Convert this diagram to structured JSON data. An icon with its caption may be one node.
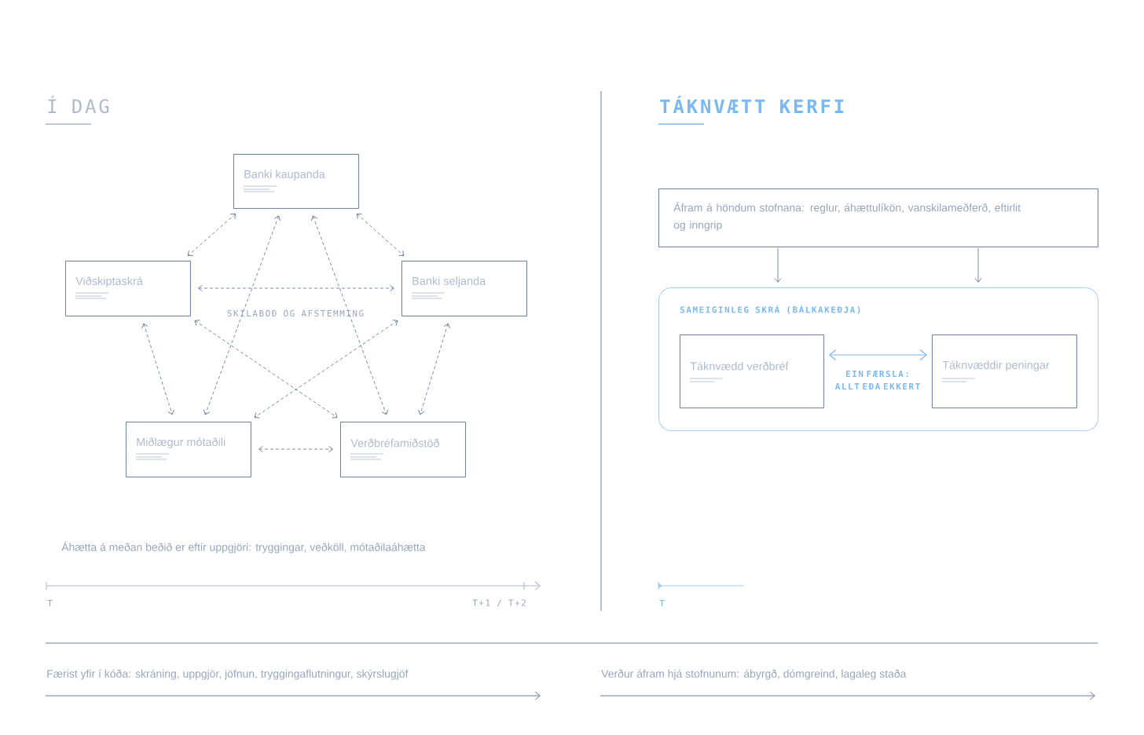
{
  "diagram": {
    "nodes": [
      {
        "text": [
          "Banki kaupanda"
        ]
      },
      {
        "text": [
          "Viðskiptaskrá"
        ]
      },
      {
        "text": [
          "Banki seljanda"
        ]
      },
      {
        "text": [
          "Miðlægur mótaðili"
        ]
      },
      {
        "text": [
          "Verðbréfamiðstöð"
        ]
      },
      {
        "text": [
          "Áfram á höndum stofnana: reglur, áhættulíkön, vanskilameðferð, eftirlit og inngrip"
        ]
      },
      {
        "text": [
          "SAMEIGINLEG SKRÁ (BÁLKAKEÐJA)"
        ]
      },
      {
        "text": [
          "Táknvædd verðbréf"
        ],
        "in": 6
      },
      {
        "text": [
          "Táknvæddir peningar"
        ],
        "in": 6
      }
    ],
    "edges": [
      {
        "from": 0,
        "to": 1,
        "arrow": "both",
        "style": "dashed"
      },
      {
        "from": 0,
        "to": 2,
        "arrow": "both",
        "style": "dashed"
      },
      {
        "from": 0,
        "to": 3,
        "arrow": "both",
        "style": "dashed"
      },
      {
        "from": 0,
        "to": 4,
        "arrow": "both",
        "style": "dashed"
      },
      {
        "from": 1,
        "to": 2,
        "arrow": "both",
        "style": "dashed"
      },
      {
        "from": 1,
        "to": 3,
        "arrow": "both",
        "style": "dashed"
      },
      {
        "from": 1,
        "to": 4,
        "arrow": "both",
        "style": "dashed"
      },
      {
        "from": 2,
        "to": 3,
        "arrow": "both",
        "style": "dashed"
      },
      {
        "from": 2,
        "to": 4,
        "arrow": "both",
        "style": "dashed"
      },
      {
        "from": 3,
        "to": 4,
        "arrow": "both",
        "style": "dashed"
      },
      {
        "from": 5,
        "to": 6,
        "arrow": "to"
      },
      {
        "from": 5,
        "to": 6,
        "arrow": "to"
      },
      {
        "from": 7,
        "to": 8,
        "arrow": "both",
        "label": "EIN FÆRSLA: ALLT EÐA EKKERT",
        "color": "#7ab8f0"
      }
    ],
    "labels": [
      "Í DAG",
      "TÁKNVÆTT KERFI",
      "SKILABOÐ OG AFSTEMMING",
      "Áhætta á meðan beðið er eftir uppgjöri: tryggingar, veðköll, mótaðilaáhætta",
      "T",
      "T+1 / T+2",
      "T",
      "Færist yfir í kóða: skráning, uppgjör, jöfnun, tryggingaflutningur, skýrslugjöf",
      "Verður áfram hjá stofnunum: ábyrgð, dómgreind, lagaleg staða"
    ]
  }
}
